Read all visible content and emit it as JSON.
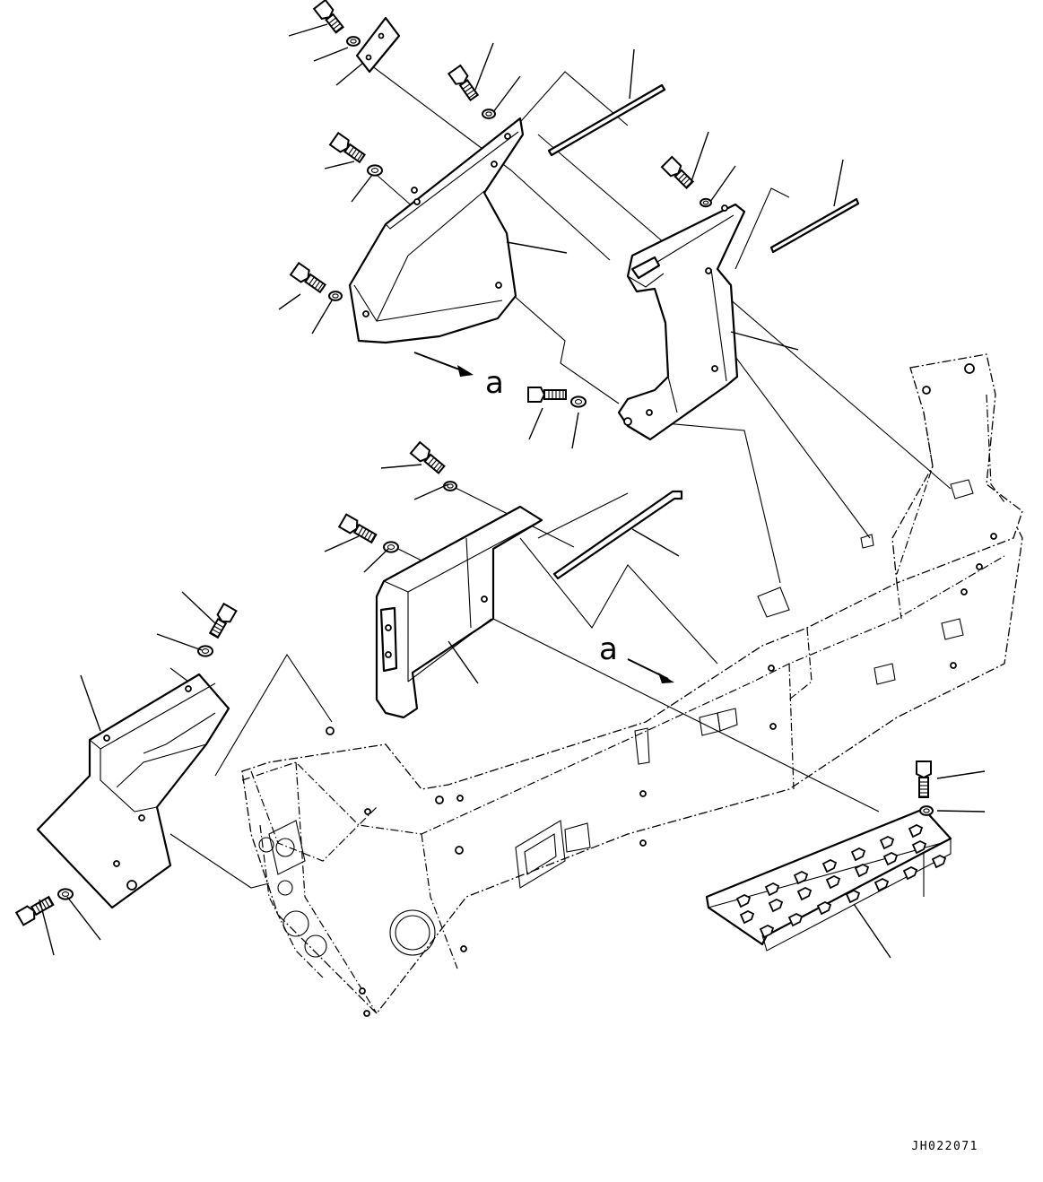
{
  "drawing": {
    "code": "JH022071",
    "view_marker_upper": "a",
    "view_marker_lower": "a"
  }
}
